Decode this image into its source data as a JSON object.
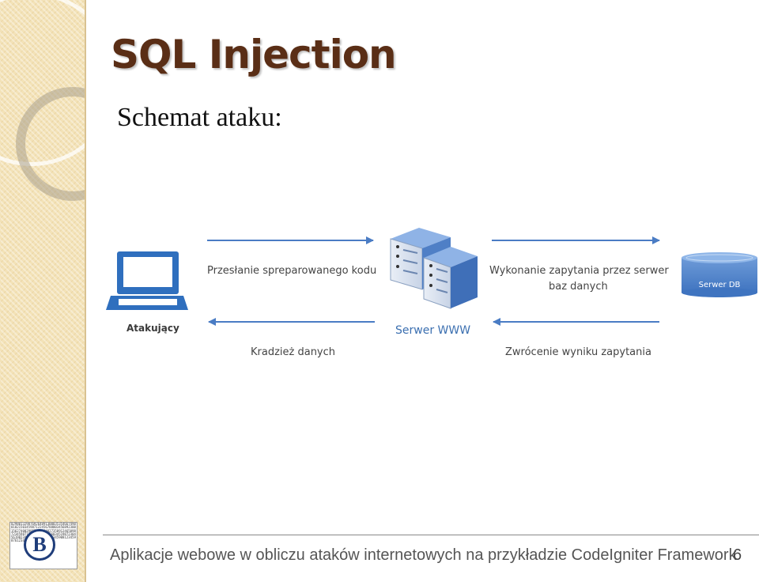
{
  "slide": {
    "title": "SQL Injection",
    "subtitle": "Schemat ataku:",
    "footer": "Aplikacje webowe w obliczu ataków internetowych na przykładzie CodeIgniter Framework",
    "page_number": "6"
  },
  "diagram": {
    "nodes": {
      "attacker": "Atakujący",
      "web_server": "Serwer WWW",
      "db_server": "Serwer DB"
    },
    "edges": {
      "send_code": "Przesłanie spreparowanego kodu",
      "execute_query_line1": "Wykonanie zapytania przez serwer",
      "execute_query_line2": "baz danych",
      "steal_data": "Kradzież danych",
      "return_result": "Zwrócenie wyniku zapytania"
    }
  },
  "logo": {
    "letter": "B",
    "digits": "029801329876926489130003535466749001021503459871224567880034568923001562740029857610364027358912465098723459871200012388745603451987230456198234591287340065413459081234598761234587"
  },
  "colors": {
    "title": "#5a2e16",
    "arrows": "#4a7cc4",
    "server_label": "#3b6fb0",
    "laptop": "#2f6fbe",
    "database": "#4a7fc8"
  }
}
